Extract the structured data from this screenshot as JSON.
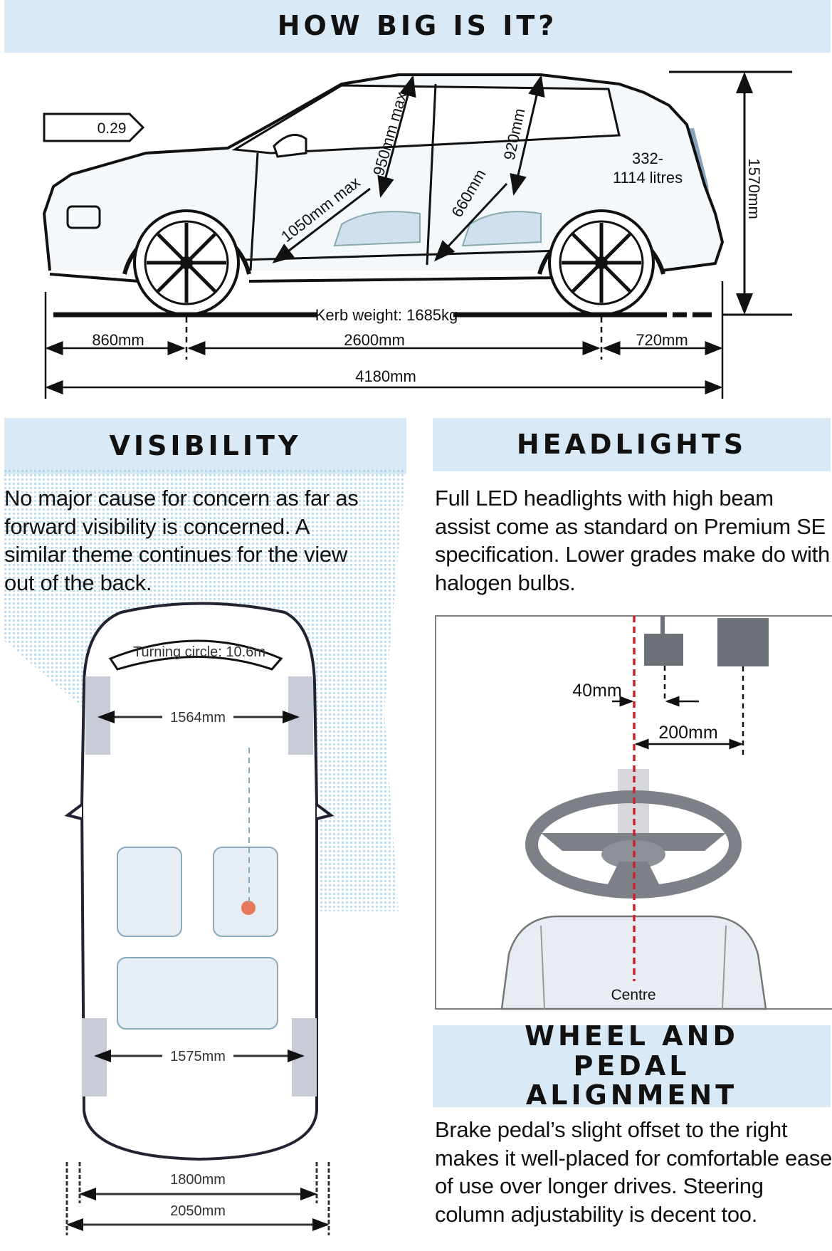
{
  "size_section": {
    "title": "HOW BIG IS IT?",
    "drag_coefficient": "0.29",
    "front_headroom": "950mm max",
    "front_legroom": "1050mm max",
    "rear_headroom": "920mm",
    "rear_legroom": "660mm",
    "boot_capacity_line1": "332-",
    "boot_capacity_line2": "1114 litres",
    "height": "1570mm",
    "kerb_weight": "Kerb weight: 1685kg",
    "front_overhang": "860mm",
    "wheelbase": "2600mm",
    "rear_overhang": "720mm",
    "length": "4180mm"
  },
  "visibility": {
    "title": "VISIBILITY",
    "text": "No major cause for concern as far as forward visibility is concerned. A similar theme continues for the view out of the back.",
    "turning_circle": "Turning circle: 10.6m",
    "front_track": "1564mm",
    "rear_track": "1575mm",
    "width": "1800mm",
    "width_mirrors": "2050mm"
  },
  "headlights": {
    "title": "HEADLIGHTS",
    "text": "Full LED headlights with high beam assist come as standard on Premium SE specification. Lower grades make do with halogen bulbs.",
    "offset_small": "40mm",
    "offset_large": "200mm",
    "centre_label": "Centre"
  },
  "alignment": {
    "title": "WHEEL AND PEDAL ALIGNMENT",
    "text": "Brake pedal’s slight offset to the right makes it well-placed for comfortable ease of use over longer drives. Steering column adjustability is decent too."
  },
  "colors": {
    "band": "#d9e9f5",
    "boot": "#5f86a8",
    "centre_line": "#d0202a"
  }
}
